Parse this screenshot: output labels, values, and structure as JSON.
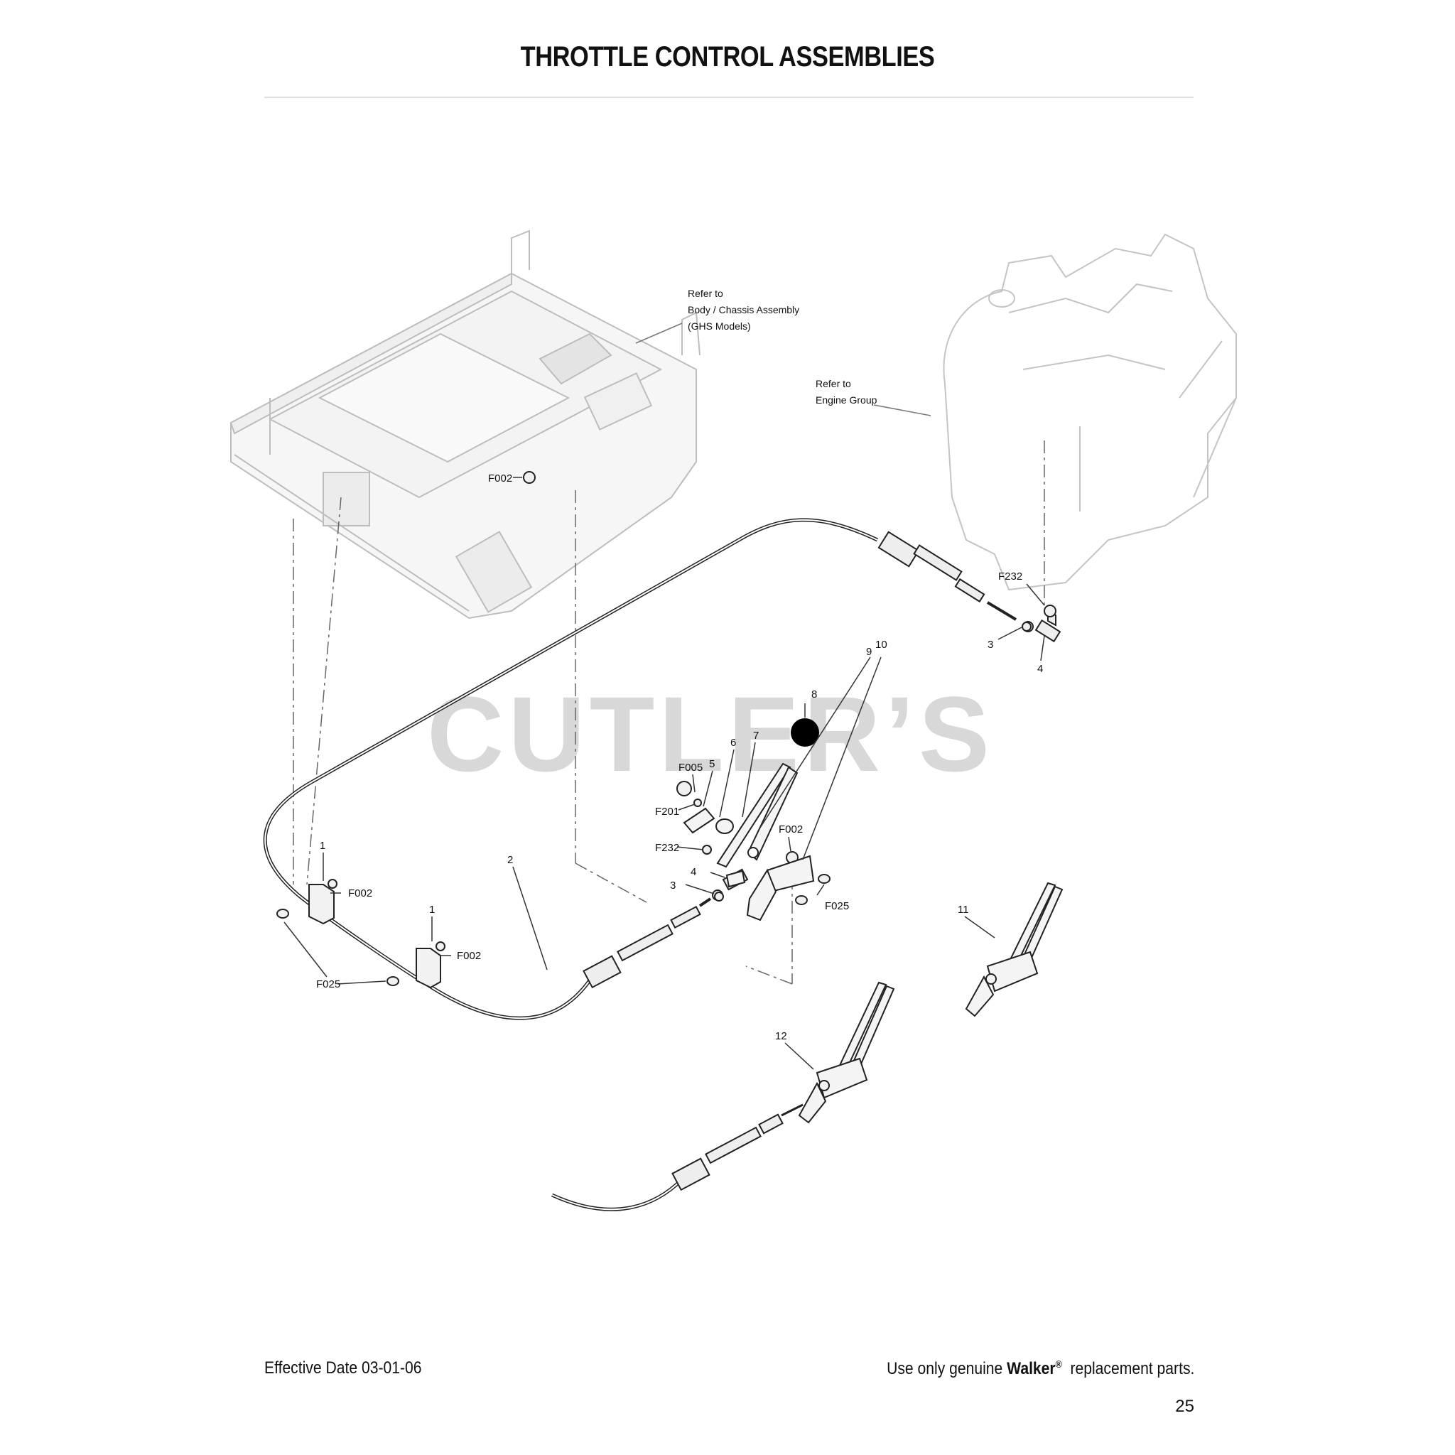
{
  "title": "THROTTLE CONTROL ASSEMBLIES",
  "watermark": "CUTLER’S",
  "references": {
    "body_chassis": [
      "Refer to",
      "Body / Chassis Assembly",
      "(GHS Models)"
    ],
    "engine": [
      "Refer to",
      "Engine Group"
    ]
  },
  "callouts": {
    "f002_top": "F002",
    "f232_top": "F232",
    "n3_top": "3",
    "n4_top": "4",
    "n9": "9",
    "n10": "10",
    "n8": "8",
    "n7": "7",
    "n6": "6",
    "n5": "5",
    "f005": "F005",
    "f201": "F201",
    "f232_mid": "F232",
    "f002_mid": "F002",
    "n4_mid": "4",
    "n3_mid": "3",
    "f025_mid": "F025",
    "n2": "2",
    "n1_left": "1",
    "f002_left": "F002",
    "n1_right": "1",
    "f002_right": "F002",
    "f025_left": "F025",
    "n11": "11",
    "n12": "12"
  },
  "footer": {
    "effective_date": "Effective Date 03-01-06",
    "notice_prefix": "Use only genuine ",
    "brand": "Walker",
    "registered": "®",
    "notice_suffix": "  replacement parts.",
    "page_number": "25"
  }
}
